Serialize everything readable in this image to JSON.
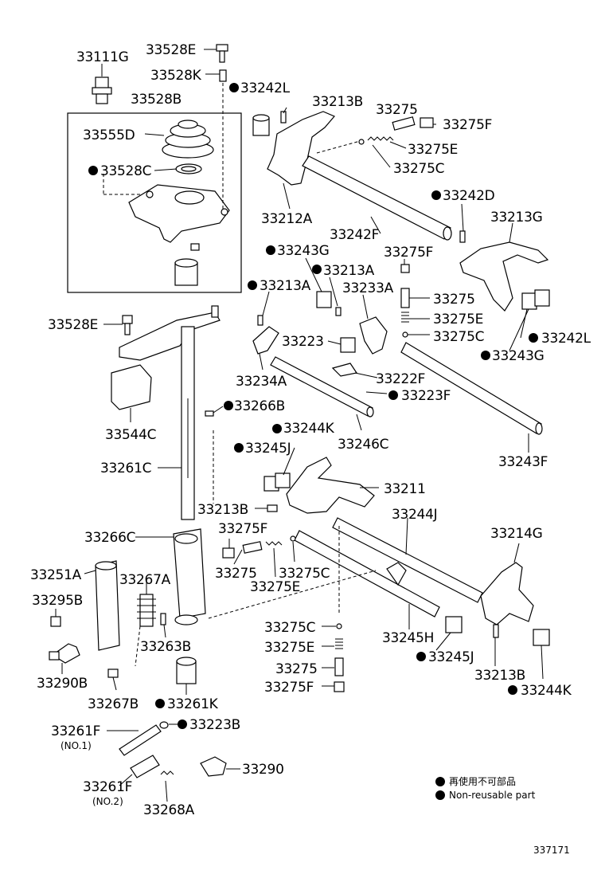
{
  "diagram": {
    "labels": {
      "33111G": "33111G",
      "33528E_top": "33528E",
      "33528K": "33528K",
      "33242L_top": "33242L",
      "33528B": "33528B",
      "33213B_top": "33213B",
      "33275_top": "33275",
      "33275F_top": "33275F",
      "33555D": "33555D",
      "33275E_top": "33275E",
      "33528C": "33528C",
      "33275C_top": "33275C",
      "33242D": "33242D",
      "33212A": "33212A",
      "33213G": "33213G",
      "33242F": "33242F",
      "33243G_top": "33243G",
      "33275F_mid": "33275F",
      "33213A_a": "33213A",
      "33213A_b": "33213A",
      "33233A": "33233A",
      "33275_mid": "33275",
      "33528E_mid": "33528E",
      "33275E_mid": "33275E",
      "33223": "33223",
      "33275C_mid": "33275C",
      "33242L_mid": "33242L",
      "33243G_mid": "33243G",
      "33234A": "33234A",
      "33222F": "33222F",
      "33223F": "33223F",
      "33266B": "33266B",
      "33544C": "33544C",
      "33244K_top": "33244K",
      "33246C": "33246C",
      "33245J_top": "33245J",
      "33261C": "33261C",
      "33243F": "33243F",
      "33211": "33211",
      "33213B_mid": "33213B",
      "33244J": "33244J",
      "33266C": "33266C",
      "33275F_low": "33275F",
      "33214G": "33214G",
      "33251A": "33251A",
      "33275_low": "33275",
      "33275C_low": "33275C",
      "33267A": "33267A",
      "33275E_low": "33275E",
      "33295B": "33295B",
      "33275C_r": "33275C",
      "33263B": "33263B",
      "33245H": "33245H",
      "33275E_r": "33275E",
      "33245J_low": "33245J",
      "33275_r": "33275",
      "33213B_low": "33213B",
      "33290B": "33290B",
      "33275F_r": "33275F",
      "33244K_low": "33244K",
      "33267B": "33267B",
      "33261K": "33261K",
      "33261F_1": "33261F",
      "33223B": "33223B",
      "no1": "(NO.1)",
      "33290": "33290",
      "33261F_2": "33261F",
      "no2": "(NO.2)",
      "33268A": "33268A"
    },
    "legend": {
      "line1": "再使用不可部品",
      "line2": "Non-reusable part"
    },
    "ref_number": "337171"
  }
}
